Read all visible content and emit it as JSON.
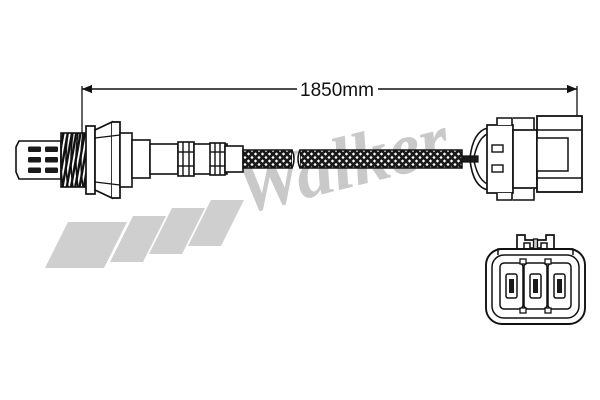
{
  "figure": {
    "kind": "technical-line-drawing",
    "subject": "oxygen-sensor",
    "background_color": "#ffffff",
    "line_color": "#111111",
    "watermark_color": "#c9c9c9"
  },
  "dimension": {
    "label": "1850mm",
    "value": 1850,
    "unit": "mm",
    "measures": "overall-cable-length",
    "arrow_style": "double-ended"
  },
  "watermark": {
    "text": "Walker",
    "style": "italic-script",
    "bars": 4,
    "color": "#c9c9c9"
  },
  "parts": [
    {
      "id": "sensor-tip",
      "label": "Slotted protective shield",
      "slot_rows": 3,
      "slot_cols": 2
    },
    {
      "id": "threaded-body",
      "label": "Threaded mounting body",
      "thread_turns": 9
    },
    {
      "id": "hex-nut",
      "label": "Hex nut"
    },
    {
      "id": "sensor-shoulder",
      "label": "Sensor shoulder / collar"
    },
    {
      "id": "cable-boot",
      "label": "Cable boot with ribbed bands",
      "bands": 2
    },
    {
      "id": "braided-cable",
      "label": "Braided shielded cable",
      "segments": 2
    },
    {
      "id": "connector-body",
      "label": "3-pin connector housing"
    },
    {
      "id": "connector-face",
      "label": "Connector face view",
      "pins": 3
    }
  ],
  "connector_detail": {
    "title": "Connector face view",
    "pin_count": 3,
    "has_latch": true,
    "shape": "rounded-rectangle"
  }
}
